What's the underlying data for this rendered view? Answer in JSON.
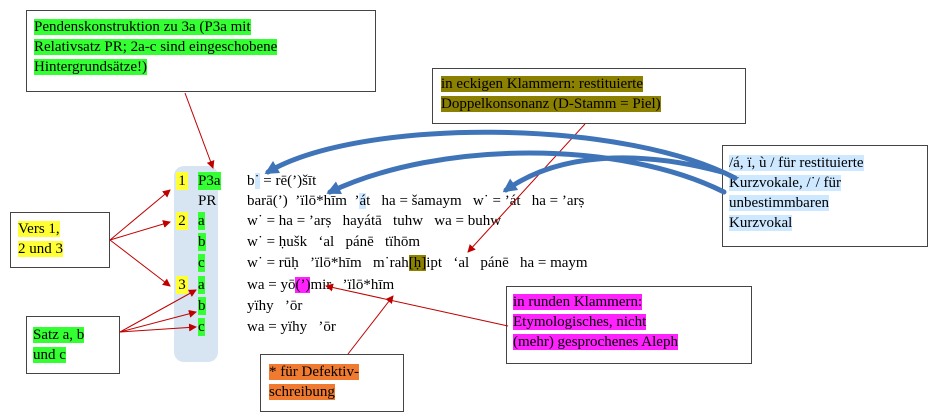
{
  "boxes": {
    "pendens": [
      "Pendenskonstruktion zu 3a (P3a mit",
      "Relativsatz PR; 2a-c sind eingeschobene",
      "Hintergrundsätze!)"
    ],
    "eckig": [
      "in eckigen Klammern: restituierte",
      "Doppelkonsonanz (D-Stamm = Piel)"
    ],
    "kurz": [
      "/á, ï, ù / für restituierte",
      "Kurzvokale, /˙/ für",
      "unbestimmbaren",
      "Kurzvokal"
    ],
    "vers": [
      "Vers 1,",
      "2 und 3"
    ],
    "satz": [
      "Satz a, b",
      "und c"
    ],
    "rund": [
      "in runden Klammern:",
      "Etymologisches, nicht",
      "(mehr) gesprochenes Aleph"
    ],
    "stern": [
      "* für Defektiv-",
      "schreibung"
    ]
  },
  "numbers": [
    "1",
    "2",
    "3"
  ],
  "labels": [
    "P3a",
    "PR",
    "a",
    "b",
    "c",
    "a",
    "b",
    "c"
  ],
  "lines": {
    "l1": {
      "a": "b",
      "b": "˙",
      "c": " = rē(’)šīt"
    },
    "l2": {
      "a": "barā(’)  ’ïlō*hīm  ’",
      "b": "á",
      "c": "t   ha = šamaym   w˙ = ’át   ha = ’arṣ"
    },
    "l3": "w˙ = ha = ’arṣ   hayátā   tuhw   wa = buhw",
    "l4": "w˙ = ḥušk   ‘al   pánē   tïhōm",
    "l5": {
      "a": "w˙ = rūḥ   ’ïlō*hīm   m˙rah",
      "b": "[ḥ]",
      "c": "ipt   ‘al   pánē   ha = maym"
    },
    "l6": {
      "a": "wa = yō",
      "b": "(’)",
      "c": "mir   ’ïlō*hīm"
    },
    "l7": "yïhy   ’ōr",
    "l8": "wa = yïhy   ’ōr"
  }
}
